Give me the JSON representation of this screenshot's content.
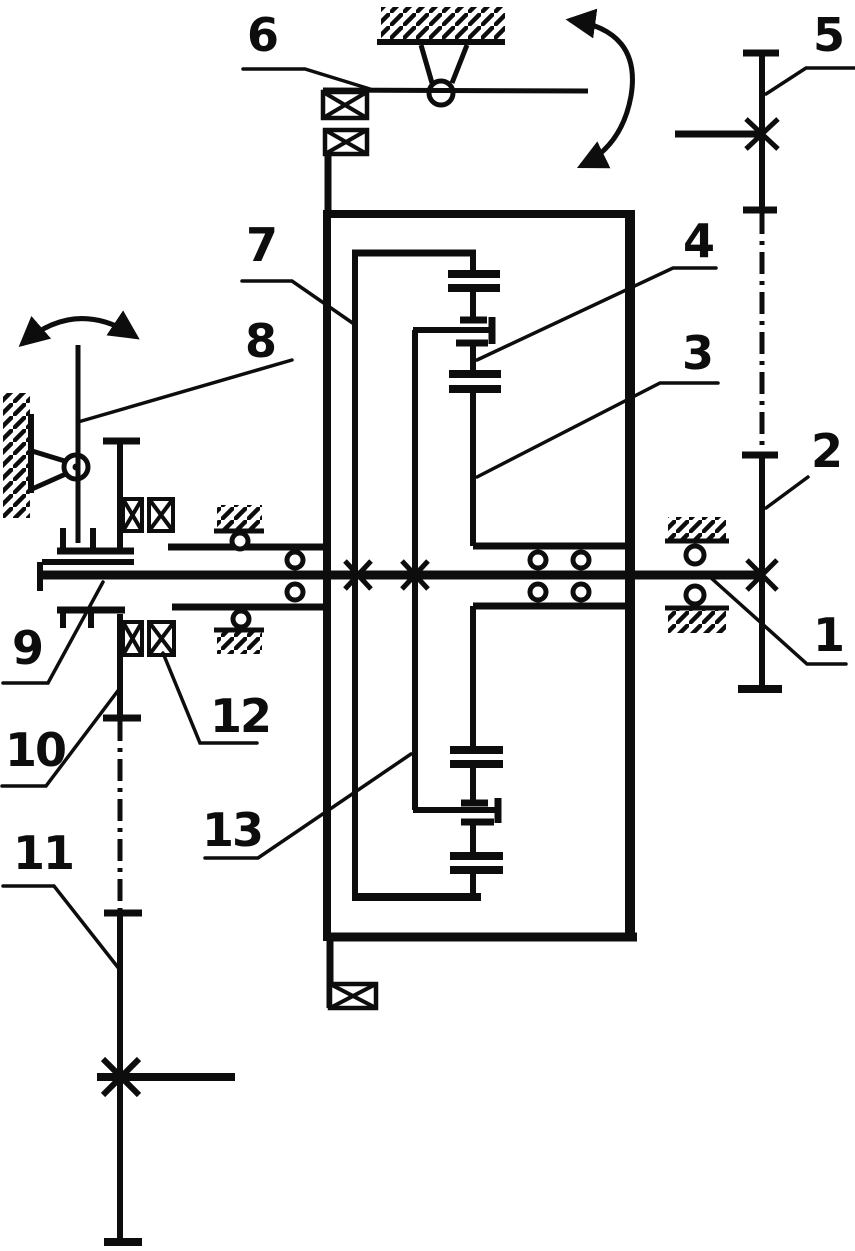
{
  "figure": {
    "kind": "kinematic gearbox schematic",
    "ink_color": "#0d0d0d",
    "paper_color": "#ffffff"
  },
  "labels": {
    "n1": {
      "text": "1"
    },
    "n2": {
      "text": "2"
    },
    "n3": {
      "text": "3"
    },
    "n4": {
      "text": "4"
    },
    "n5": {
      "text": "5"
    },
    "n6": {
      "text": "6"
    },
    "n7": {
      "text": "7"
    },
    "n8": {
      "text": "8"
    },
    "n9": {
      "text": "9"
    },
    "n10": {
      "text": "10"
    },
    "n11": {
      "text": "11"
    },
    "n12": {
      "text": "12"
    },
    "n13": {
      "text": "13"
    }
  }
}
